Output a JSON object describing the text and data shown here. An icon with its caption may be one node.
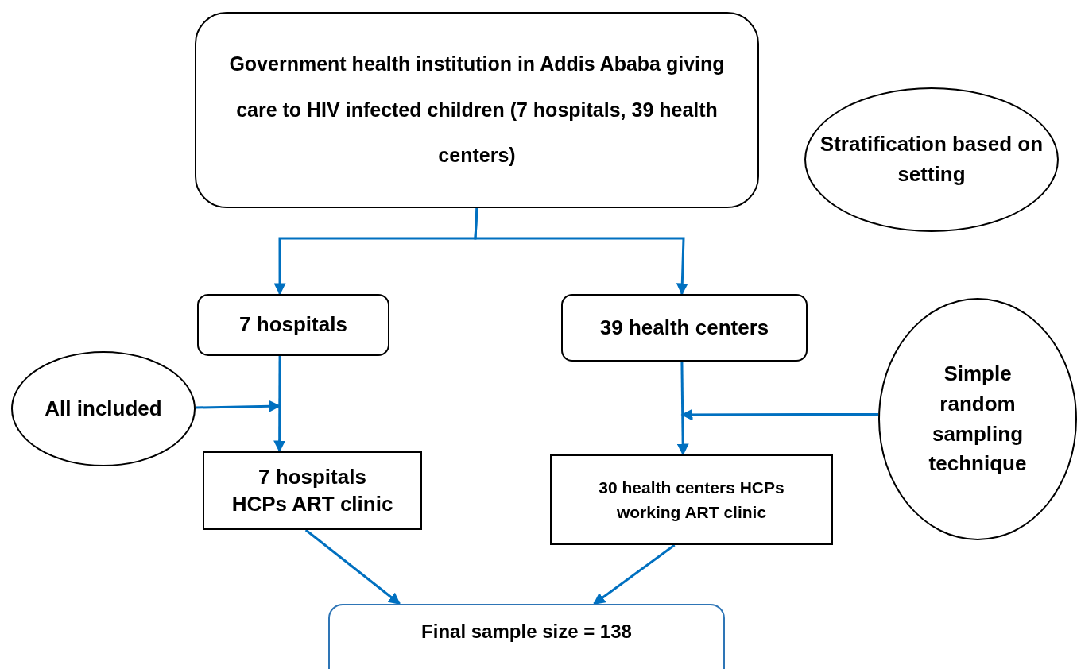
{
  "diagram": {
    "nodes": [
      {
        "text": [
          "Government health institution in Addis Ababa giving care to HIV infected children (7 hospitals, 39 health centers)"
        ]
      },
      {
        "text": [
          "Stratification based on setting"
        ]
      },
      {
        "text": [
          "7 hospitals"
        ]
      },
      {
        "text": [
          "39 health centers"
        ]
      },
      {
        "text": [
          "All included"
        ]
      },
      {
        "text": [
          "7 hospitals HCPs ART clinic"
        ]
      },
      {
        "text": [
          "30 health centers HCPs working ART clinic"
        ]
      },
      {
        "text": [
          "Simple random sampling technique"
        ]
      },
      {
        "text": [
          "Final sample size = 138"
        ]
      }
    ],
    "edges": [
      {
        "from": 0,
        "to": 2,
        "arrow": "to"
      },
      {
        "from": 0,
        "to": 3,
        "arrow": "to"
      },
      {
        "from": 2,
        "to": 5,
        "arrow": "to"
      },
      {
        "from": 4,
        "to": null,
        "arrow": "to"
      },
      {
        "from": 3,
        "to": 6,
        "arrow": "to"
      },
      {
        "from": 7,
        "to": null,
        "arrow": "to"
      },
      {
        "from": 5,
        "to": 8,
        "arrow": "to"
      },
      {
        "from": 6,
        "to": 8,
        "arrow": "to"
      }
    ]
  }
}
